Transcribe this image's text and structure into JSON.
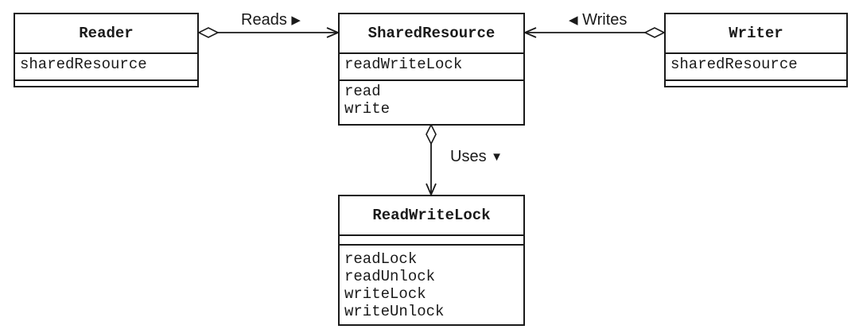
{
  "classes": {
    "reader": {
      "name": "Reader",
      "attributes": [
        "sharedResource"
      ],
      "operations": []
    },
    "shared_resource": {
      "name": "SharedResource",
      "attributes": [
        "readWriteLock"
      ],
      "operations": [
        "read",
        "write"
      ]
    },
    "writer": {
      "name": "Writer",
      "attributes": [
        "sharedResource"
      ],
      "operations": []
    },
    "read_write_lock": {
      "name": "ReadWriteLock",
      "attributes": [],
      "operations": [
        "readLock",
        "readUnlock",
        "writeLock",
        "writeUnlock"
      ]
    }
  },
  "relations": {
    "reads": {
      "label": "Reads",
      "direction_icon": "right-triangle-icon"
    },
    "writes": {
      "label": "Writes",
      "direction_icon": "left-triangle-icon"
    },
    "uses": {
      "label": "Uses",
      "direction_icon": "down-triangle-icon"
    }
  }
}
